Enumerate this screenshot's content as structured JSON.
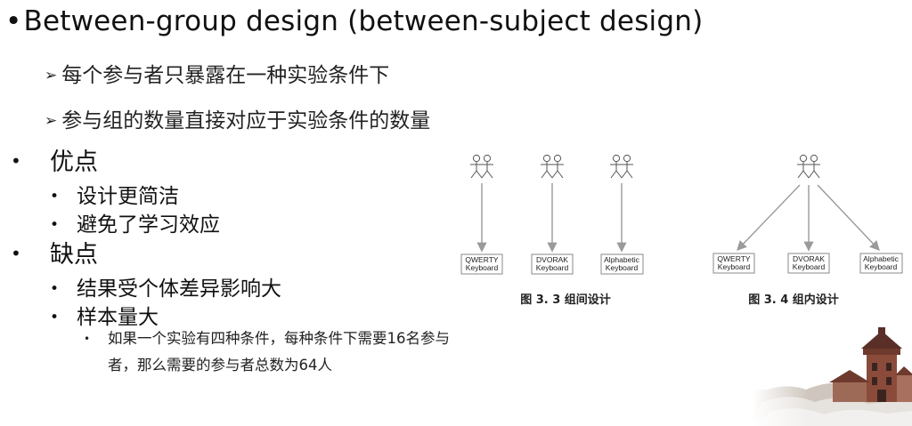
{
  "slide": {
    "title": "Between-group design (between-subject design)",
    "title_bullet": "•",
    "sub_arrow": "➢",
    "sub_points": [
      "每个参与者只暴露在一种实验条件下",
      "参与组的数量直接对应于实验条件的数量"
    ],
    "pros": {
      "bullet": "•",
      "heading": "优点",
      "items": [
        "设计更简洁",
        "避免了学习效应"
      ]
    },
    "cons": {
      "bullet": "•",
      "heading": "缺点",
      "items": [
        "结果受个体差异影响大",
        "样本量大"
      ],
      "note": "如果一个实验有四种条件，每种条件下需要16名参与者，那么需要的参与者总数为64人"
    },
    "figure_between": {
      "caption": "图 3. 3  组间设计",
      "boxes": [
        [
          "QWERTY",
          "Keyboard"
        ],
        [
          "DVORAK",
          "Keyboard"
        ],
        [
          "Alphabetic",
          "Keyboard"
        ]
      ]
    },
    "figure_within": {
      "caption": "图 3. 4  组内设计",
      "boxes": [
        [
          "QWERTY",
          "Keyboard"
        ],
        [
          "DVORAK",
          "Keyboard"
        ],
        [
          "Alphabetic",
          "Keyboard"
        ]
      ]
    },
    "colors": {
      "arrow": "#9a9a9a",
      "box_border": "#8a8a8a",
      "figure_stroke": "#555555"
    },
    "decoration": "castle-watermark-image"
  }
}
